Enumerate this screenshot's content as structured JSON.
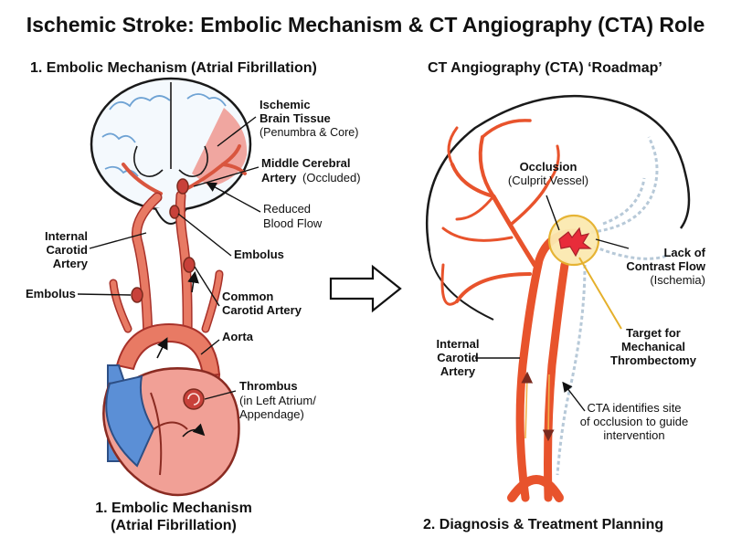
{
  "title": "Ischemic Stroke: Embolic Mechanism & CT Angiography (CTA) Role",
  "left_panel": {
    "heading": "1. Embolic Mechanism (Atrial Fibrillation)",
    "labels": {
      "ischemic_tissue": "Ischemic",
      "ischemic_tissue_2": "Brain Tissue",
      "ischemic_tissue_3": "(Penumbra & Core)",
      "mca": "Middle Cerebral",
      "mca_2": "Artery",
      "mca_3": "(Occluded)",
      "reduced_flow": "Reduced",
      "reduced_flow_2": "Blood Flow",
      "ica": "Internal",
      "ica_2": "Carotid",
      "ica_3": "Artery",
      "embolus_right": "Embolus",
      "embolus_left": "Embolus",
      "cca": "Common",
      "cca_2": "Carotid Artery",
      "aorta": "Aorta",
      "thrombus": "Thrombus",
      "thrombus_2": "(in Left Atrium/",
      "thrombus_3": "Appendage)"
    },
    "caption_1": "1. Embolic Mechanism",
    "caption_2": "(Atrial Fibrillation)"
  },
  "right_panel": {
    "heading": "CT Angiography (CTA) ‘Roadmap’",
    "labels": {
      "occlusion": "Occlusion",
      "occlusion_2": "(Culprit Vessel)",
      "lack_flow": "Lack of",
      "lack_flow_2": "Contrast Flow",
      "lack_flow_3": "(Ischemia)",
      "target": "Target for",
      "target_2": "Mechanical",
      "target_3": "Thrombectomy",
      "ica": "Internal",
      "ica_2": "Carotid",
      "ica_3": "Artery",
      "cta_note": "CTA identifies site",
      "cta_note_2": "of occlusion to guide",
      "cta_note_3": "intervention"
    },
    "caption": "2. Diagnosis & Treatment Planning"
  },
  "colors": {
    "artery": "#d9563f",
    "artery_dark": "#a8322a",
    "vein_blue": "#5b8fd6",
    "embolus": "#c8413a",
    "ischemic_zone": "#ef9c96",
    "cta_vessel": "#e8532c",
    "target_ring": "#e5b02b",
    "target_fill": "#fbe9b0",
    "ghost_vessel": "#b7c9d8"
  }
}
